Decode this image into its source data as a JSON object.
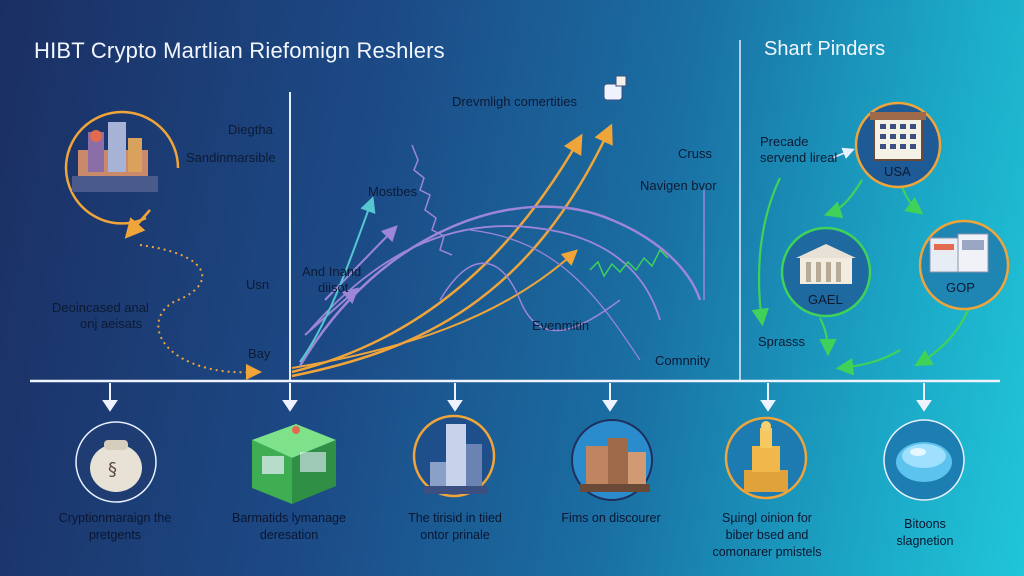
{
  "title": "HIBT Crypto Martlian Riefomign Reshlers",
  "side_title": "Shart Pinders",
  "left_labels": {
    "l1": "Diegtha",
    "l2": "Sandinmarsible",
    "l3": "Usn",
    "l4": "Deoincased anal",
    "l5": "onj aeisats",
    "l6": "Bay"
  },
  "chart_labels": {
    "top": "Drevmligh comertities",
    "cruss": "Cruss",
    "navigen": "Navigen bvor",
    "mostbes": "Mostbes",
    "andhand1": "And Inand",
    "andhand2": "diisot",
    "evenmitin": "Evenmitin",
    "comnity": "Comnnity"
  },
  "right_labels": {
    "precade1": "Precade",
    "precade2": "servend lireal",
    "usa": "USA",
    "gael": "GAEL",
    "gop": "GOP",
    "spasss": "Sprasss"
  },
  "bottom_items": [
    {
      "line1": "Cryptionmaraign the",
      "line2": "pretgents"
    },
    {
      "line1": "Barmatids lymanage",
      "line2": "deresation"
    },
    {
      "line1": "The tirisid in tiied",
      "line2": "ontor prinale"
    },
    {
      "line1": "Fims on discourer",
      "line2": ""
    },
    {
      "line1": "Sµingl oinion for",
      "line2": "biber bsed and",
      "line3": "comonarer pmistels"
    },
    {
      "line1": "Bitoons",
      "line2": "slagnetion"
    }
  ],
  "colors": {
    "orange": "#f0a53a",
    "purple": "#9d86d8",
    "green": "#3fd15a",
    "teal": "#56c6d0",
    "white": "#e9f0ff"
  }
}
